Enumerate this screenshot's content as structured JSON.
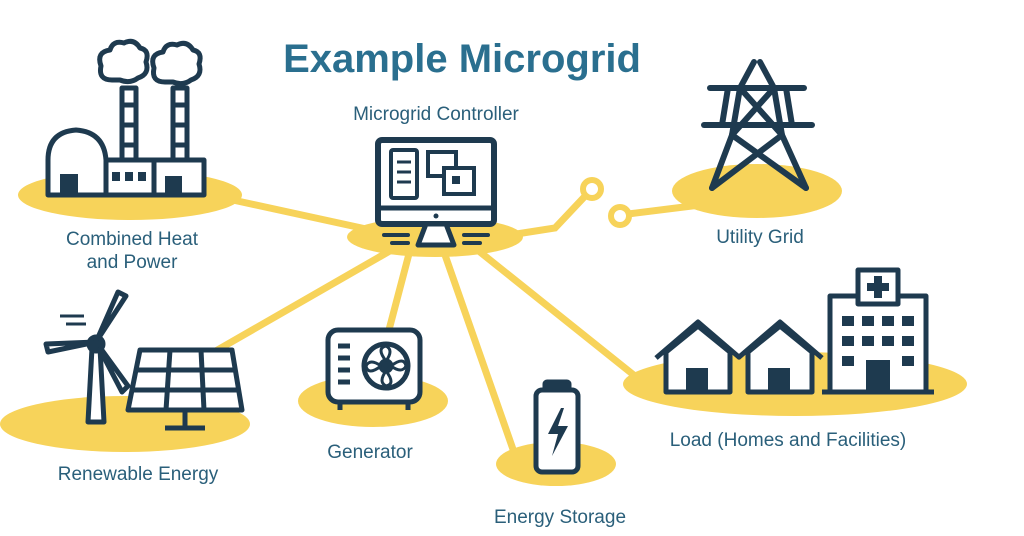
{
  "title": "Example Microgrid",
  "nodes": {
    "controller": "Microgrid Controller",
    "chp_line1": "Combined Heat",
    "chp_line2": "and Power",
    "utility": "Utility Grid",
    "renewable": "Renewable Energy",
    "generator": "Generator",
    "storage": "Energy Storage",
    "load": "Load (Homes and Facilities)"
  },
  "colors": {
    "navy": "#1e3a4f",
    "teal_text": "#2a6f8f",
    "label_text": "#2a5f7a",
    "accent_yellow": "#f7d35a"
  }
}
